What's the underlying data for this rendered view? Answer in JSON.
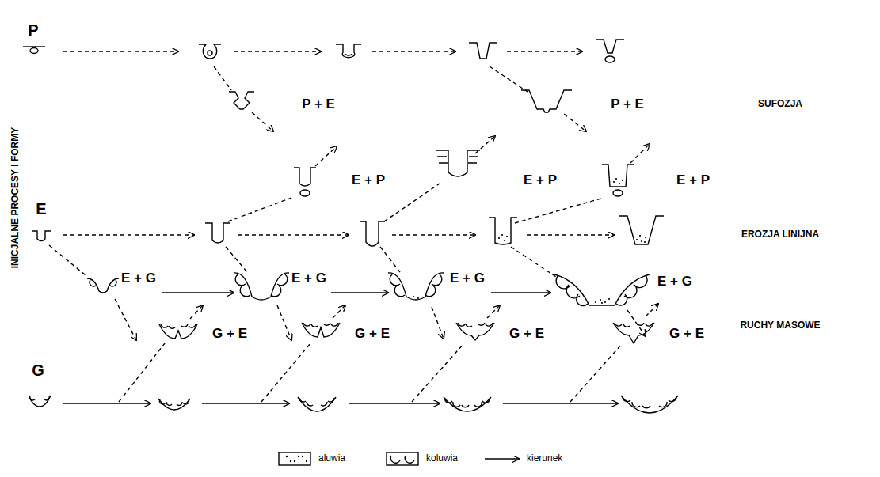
{
  "diagram": {
    "labels": [
      "P",
      "P + E",
      "P + E",
      "SUFOZJA",
      "E + P",
      "E + P",
      "E + P",
      "E",
      "EROZJA LINIJNA",
      "E + G",
      "E + G",
      "E + G",
      "E + G",
      "G + E",
      "G + E",
      "G + E",
      "G + E",
      "RUCHY MASOWE",
      "G",
      "INICJALNE PROCESY I FORMY"
    ],
    "legend": [
      {
        "text": "aluwia"
      },
      {
        "text": "koluwia"
      },
      {
        "text": "kierunek"
      }
    ]
  }
}
